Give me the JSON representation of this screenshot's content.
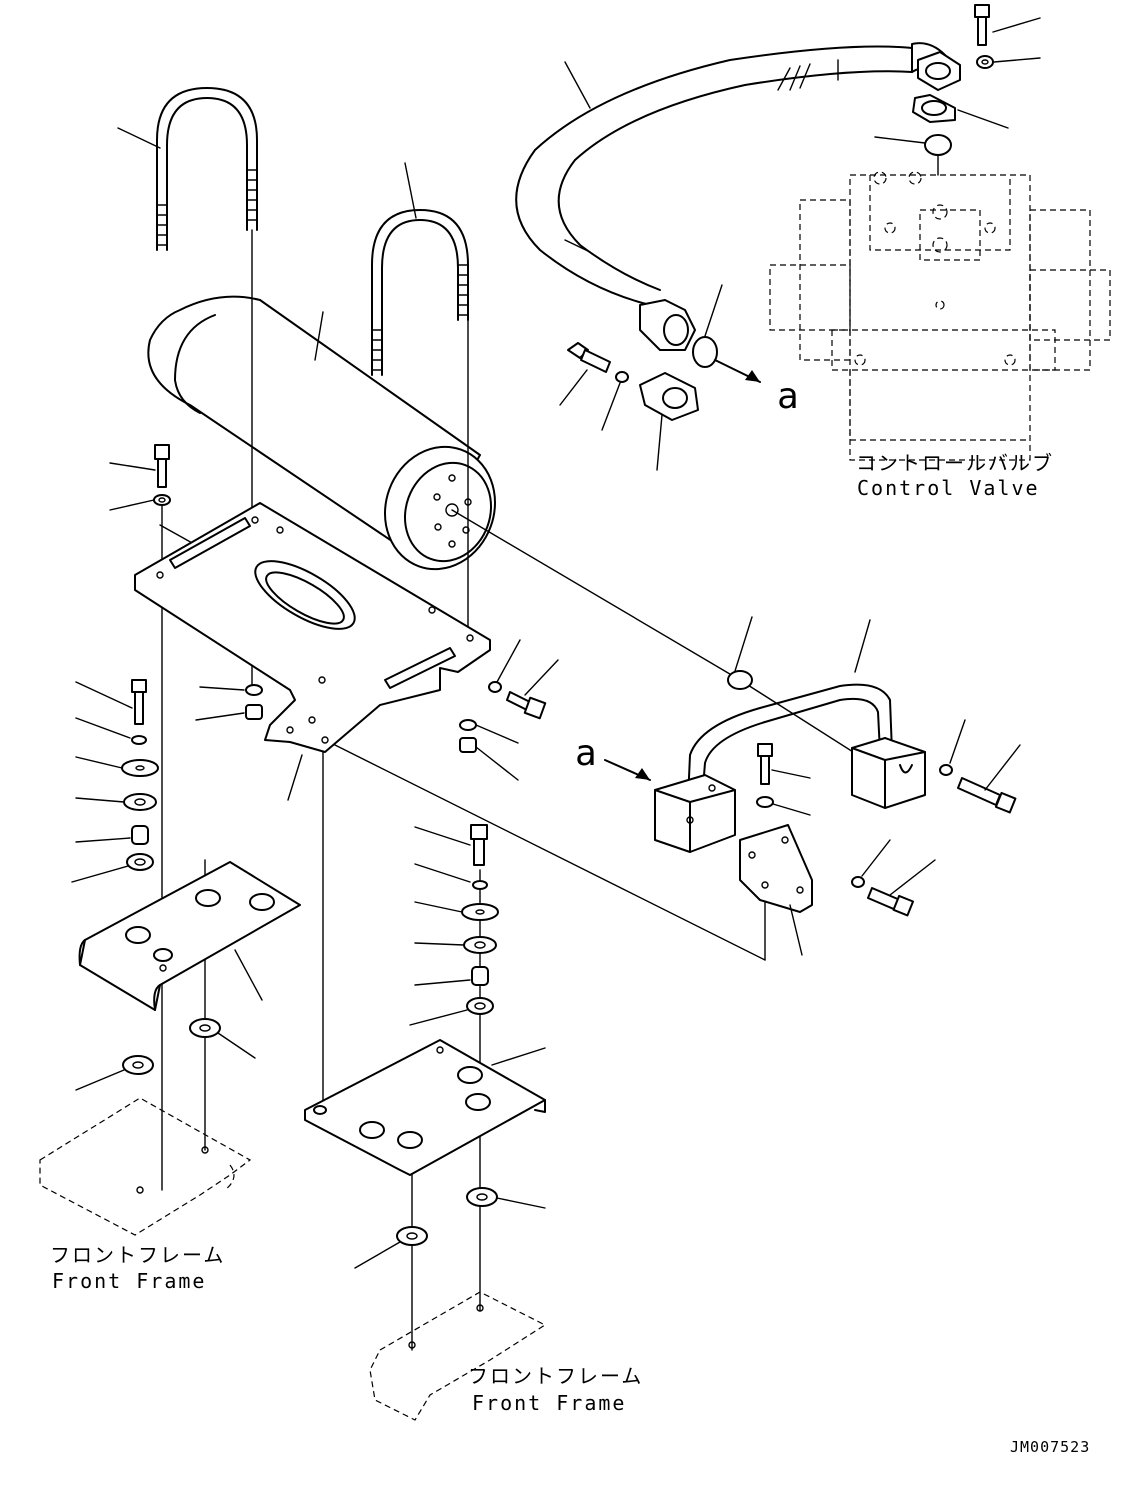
{
  "diagram": {
    "labels": {
      "control_valve_jp": "コントロールバルブ",
      "control_valve_en": "Control Valve",
      "front_frame_left_jp": "フロントフレーム",
      "front_frame_left_en": "Front Frame",
      "front_frame_right_jp": "フロントフレーム",
      "front_frame_right_en": "Front Frame",
      "view_marker_upper": "a",
      "view_marker_lower": "a",
      "drawing_code": "JM007523"
    }
  }
}
